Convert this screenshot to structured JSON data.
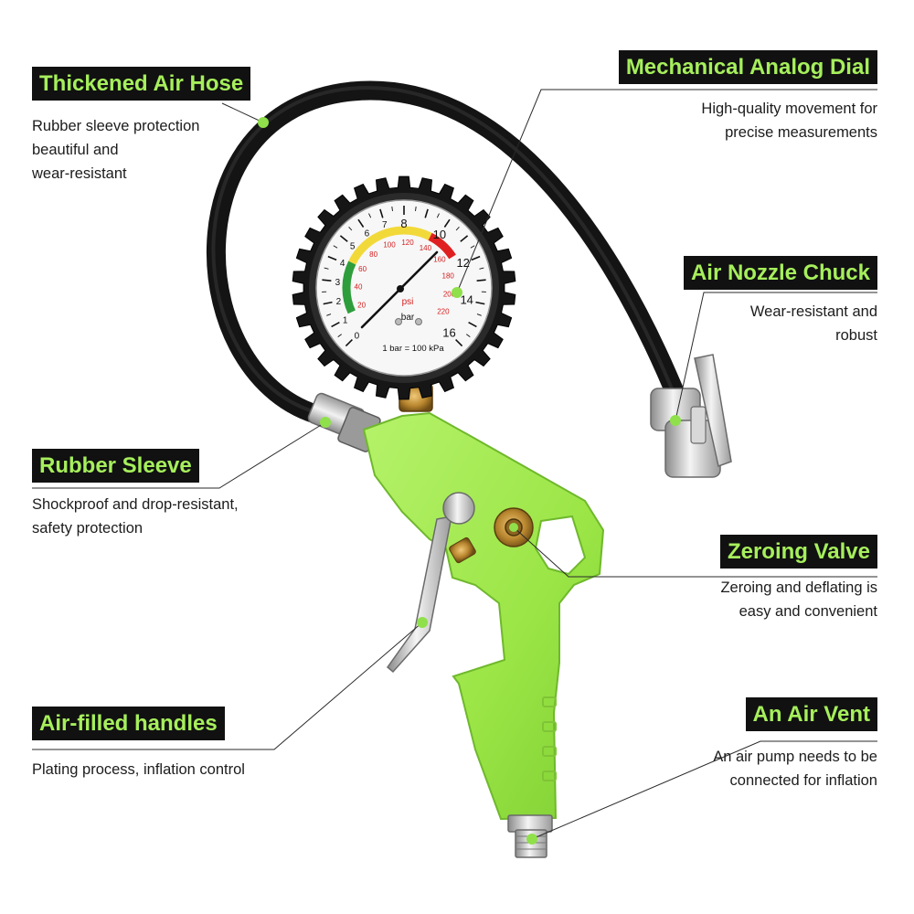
{
  "callouts": {
    "air_hose": {
      "title": "Thickened Air Hose",
      "lines": [
        "Rubber sleeve protection",
        "beautiful and",
        "wear-resistant"
      ]
    },
    "analog_dial": {
      "title": "Mechanical Analog Dial",
      "lines": [
        "High-quality movement for",
        "precise measurements"
      ]
    },
    "nozzle_chuck": {
      "title": "Air Nozzle Chuck",
      "lines": [
        "Wear-resistant and",
        "robust"
      ]
    },
    "rubber_sleeve": {
      "title": "Rubber Sleeve",
      "lines": [
        "Shockproof and drop-resistant,",
        "safety protection"
      ]
    },
    "zeroing_valve": {
      "title": "Zeroing Valve",
      "lines": [
        "Zeroing and deflating is",
        "easy and convenient"
      ]
    },
    "handles": {
      "title": "Air-filled handles",
      "lines": [
        "Plating process, inflation control"
      ]
    },
    "air_vent": {
      "title": "An Air Vent",
      "lines": [
        "An air pump needs to be",
        "connected for inflation"
      ]
    }
  },
  "gauge": {
    "bar_labels": [
      "0",
      "1",
      "2",
      "3",
      "4",
      "5",
      "6",
      "7",
      "8",
      "10",
      "12",
      "14",
      "16"
    ],
    "psi_labels": [
      "20",
      "40",
      "60",
      "80",
      "100",
      "120",
      "140",
      "160",
      "180",
      "200",
      "220"
    ],
    "psi_unit": "psi",
    "bar_unit": "bar",
    "conversion": "1 bar = 100 kPa"
  },
  "colors": {
    "label_bg": "#111111",
    "label_text": "#a6ef5c",
    "accent_dot": "#8fe04a",
    "gun_body": "#9be546",
    "hose": "#1a1a1a",
    "zone_green": "#2e9d3c",
    "zone_yellow": "#f2d93a",
    "zone_red": "#e02020"
  }
}
